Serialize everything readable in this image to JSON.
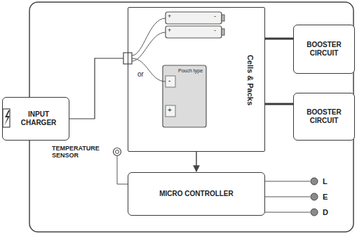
{
  "diagram": {
    "nodes": [
      {
        "text": [
          "INPUT CHARGER"
        ]
      },
      {
        "text": [
          "Cells & Packs"
        ]
      },
      {
        "text": [
          "BOOSTER CIRCUIT"
        ]
      },
      {
        "text": [
          "BOOSTER CIRCUIT"
        ]
      },
      {
        "text": [
          "MICRO CONTROLLER"
        ]
      }
    ],
    "edges": [
      {
        "from": 0,
        "to": 1,
        "arrow": "none"
      },
      {
        "from": 1,
        "to": 2,
        "arrow": "none"
      },
      {
        "from": 1,
        "to": 3,
        "arrow": "none"
      },
      {
        "from": 1,
        "to": 4,
        "arrow": "to"
      }
    ],
    "labels": [
      "+",
      "-",
      "+",
      "-",
      "or",
      "Pouch type",
      "-",
      "+",
      "TEMPERATURE SENSOR",
      "L",
      "E",
      "D"
    ]
  }
}
